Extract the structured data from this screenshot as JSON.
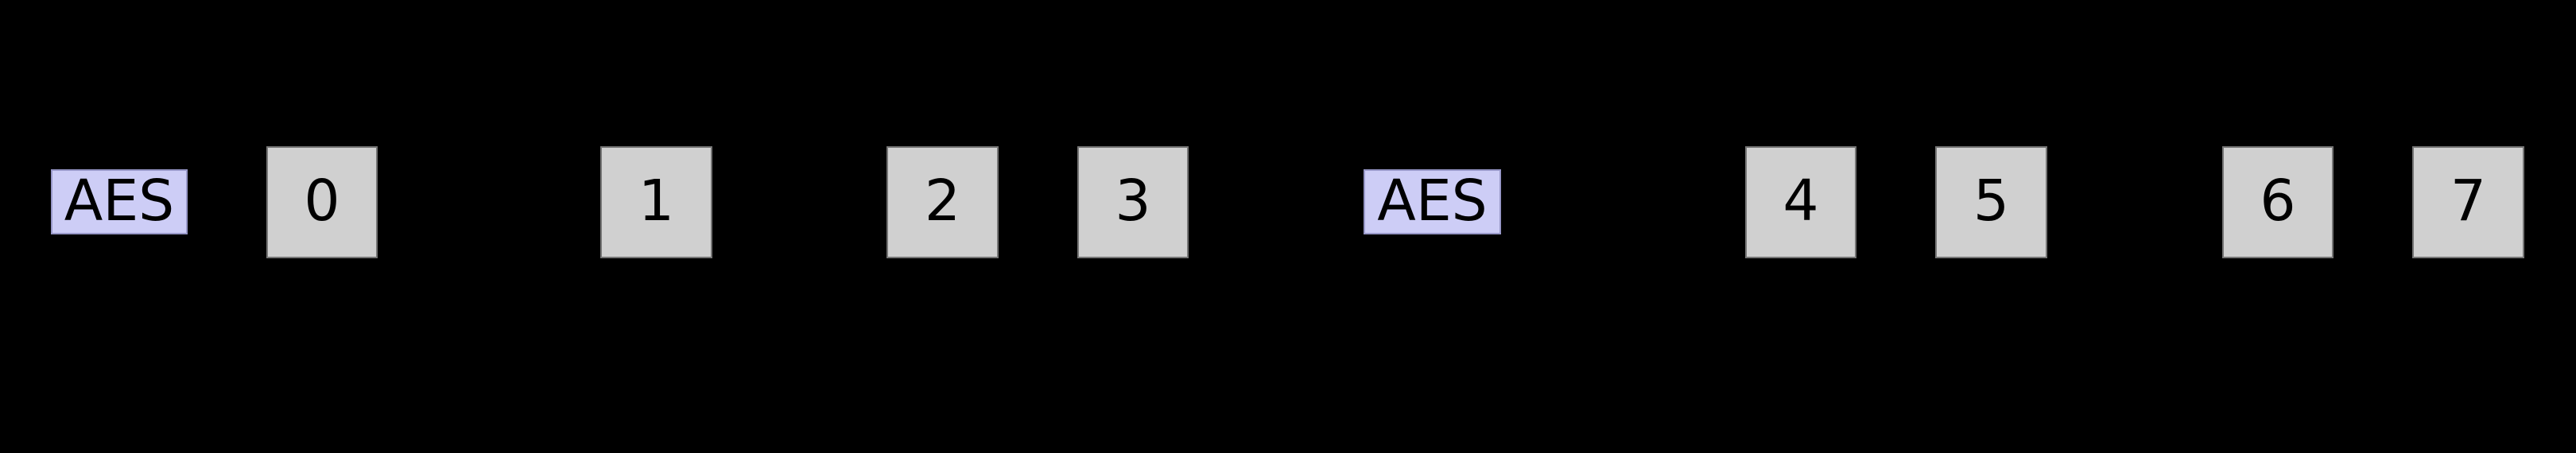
{
  "graph": {
    "background_color": "#000000",
    "text_color": "#000000",
    "function_node_style": {
      "fill": "#cdcdf6",
      "border": "#9898c8"
    },
    "data_node_style": {
      "fill": "#d0d0d0",
      "border": "#757575"
    },
    "nodes": [
      {
        "kind": "function",
        "label": "AES"
      },
      {
        "kind": "data",
        "label": "0"
      },
      {
        "kind": "data",
        "label": "1"
      },
      {
        "kind": "data",
        "label": "2"
      },
      {
        "kind": "data",
        "label": "3"
      },
      {
        "kind": "function",
        "label": "AES"
      },
      {
        "kind": "data",
        "label": "4"
      },
      {
        "kind": "data",
        "label": "5"
      },
      {
        "kind": "data",
        "label": "6"
      },
      {
        "kind": "data",
        "label": "7"
      }
    ]
  }
}
